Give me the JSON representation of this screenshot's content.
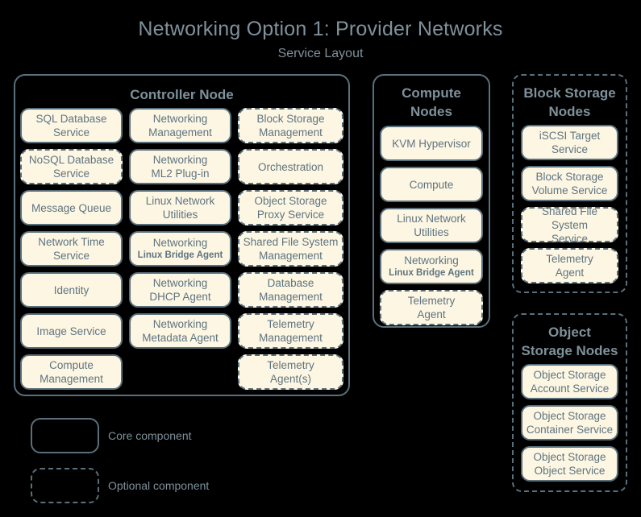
{
  "header": {
    "title": "Networking Option 1: Provider Networks",
    "subtitle": "Service Layout"
  },
  "panels": {
    "controller": {
      "title": "Controller Node",
      "style": "core",
      "columns": [
        [
          {
            "line1": "SQL Database",
            "line2": "Service",
            "style": "core"
          },
          {
            "line1": "NoSQL Database",
            "line2": "Service",
            "style": "optional"
          },
          {
            "line1": "Message Queue",
            "line2": "",
            "style": "core"
          },
          {
            "line1": "Network Time",
            "line2": "Service",
            "style": "core"
          },
          {
            "line1": "Identity",
            "line2": "",
            "style": "core"
          },
          {
            "line1": "Image Service",
            "line2": "",
            "style": "core"
          },
          {
            "line1": "Compute",
            "line2": "Management",
            "style": "core"
          }
        ],
        [
          {
            "line1": "Networking",
            "line2": "Management",
            "style": "core"
          },
          {
            "line1": "Networking",
            "line2": "ML2 Plug-in",
            "style": "core"
          },
          {
            "line1": "Linux Network",
            "line2": "Utilities",
            "style": "core"
          },
          {
            "line1": "Networking",
            "line2": "Linux Bridge Agent",
            "style": "core",
            "small2": true
          },
          {
            "line1": "Networking",
            "line2": "DHCP Agent",
            "style": "core"
          },
          {
            "line1": "Networking",
            "line2": "Metadata Agent",
            "style": "core"
          }
        ],
        [
          {
            "line1": "Block Storage",
            "line2": "Management",
            "style": "optional"
          },
          {
            "line1": "Orchestration",
            "line2": "",
            "style": "optional"
          },
          {
            "line1": "Object Storage",
            "line2": "Proxy Service",
            "style": "optional"
          },
          {
            "line1": "Shared File System",
            "line2": "Management",
            "style": "optional"
          },
          {
            "line1": "Database",
            "line2": "Management",
            "style": "optional"
          },
          {
            "line1": "Telemetry",
            "line2": "Management",
            "style": "optional"
          },
          {
            "line1": "Telemetry",
            "line2": "Agent(s)",
            "style": "optional"
          }
        ]
      ]
    },
    "compute": {
      "title_line1": "Compute",
      "title_line2": "Nodes",
      "style": "core",
      "items": [
        {
          "line1": "KVM Hypervisor",
          "line2": "",
          "style": "core"
        },
        {
          "line1": "Compute",
          "line2": "",
          "style": "core"
        },
        {
          "line1": "Linux Network",
          "line2": "Utilities",
          "style": "core"
        },
        {
          "line1": "Networking",
          "line2": "Linux Bridge Agent",
          "style": "core",
          "small2": true
        },
        {
          "line1": "Telemetry",
          "line2": "Agent",
          "style": "optional"
        }
      ]
    },
    "block_storage": {
      "title_line1": "Block Storage",
      "title_line2": "Nodes",
      "style": "optional",
      "items": [
        {
          "line1": "iSCSI Target",
          "line2": "Service",
          "style": "core"
        },
        {
          "line1": "Block Storage",
          "line2": "Volume Service",
          "style": "core"
        },
        {
          "line1": "Shared File System",
          "line2": "Service",
          "style": "optional"
        },
        {
          "line1": "Telemetry",
          "line2": "Agent",
          "style": "optional"
        }
      ]
    },
    "object_storage": {
      "title_line1": "Object",
      "title_line2": "Storage Nodes",
      "style": "optional",
      "items": [
        {
          "line1": "Object Storage",
          "line2": "Account Service",
          "style": "core"
        },
        {
          "line1": "Object Storage",
          "line2": "Container Service",
          "style": "core"
        },
        {
          "line1": "Object Storage",
          "line2": "Object Service",
          "style": "core"
        }
      ]
    }
  },
  "legend": [
    {
      "label": "Core component",
      "style": "core"
    },
    {
      "label": "Optional component",
      "style": "optional"
    }
  ],
  "colors": {
    "background": "#000000",
    "border": "#59707c",
    "box_fill": "#fdf6e3",
    "box_text": "#5f7480",
    "heading_text": "#7f919b"
  }
}
